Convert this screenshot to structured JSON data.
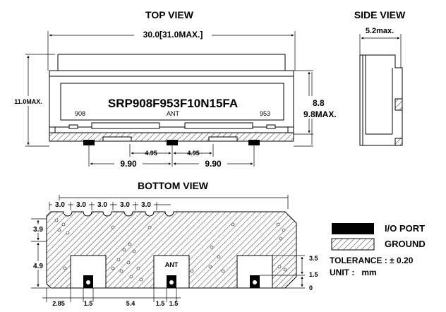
{
  "labels": {
    "top_view": "TOP VIEW",
    "side_view": "SIDE VIEW",
    "bottom_view": "BOTTOM VIEW"
  },
  "part_number": "SRP908F953F10N15FA",
  "pin_labels": {
    "left": "908",
    "center": "ANT",
    "right": "953",
    "bottom_center": "ANT"
  },
  "top_dims": {
    "width": "30.0[31.0MAX.]",
    "height_left": "11.0MAX.",
    "height_right_1": "8.8",
    "height_right_2": "9.8MAX.",
    "pitch_small_1": "4.95",
    "pitch_small_2": "4.95",
    "pitch_large_1": "9.90",
    "pitch_large_2": "9.90"
  },
  "side_dims": {
    "thickness": "5.2max."
  },
  "bottom_dims": {
    "top_pitches": [
      "3.0",
      "3.0",
      "3.0",
      "3.0",
      "3.0"
    ],
    "left_1": "3.9",
    "left_2": "4.9",
    "bottom": [
      "2.85",
      "1.5",
      "5.4",
      "1.5",
      "1.5"
    ],
    "right": [
      "3.5",
      "1.5",
      "0"
    ]
  },
  "legend": {
    "io_port": "I/O PORT",
    "ground": "GROUND",
    "tolerance": "TOLERANCE : ± 0.20",
    "unit": "UNIT :   mm"
  },
  "colors": {
    "line": "#000000",
    "background": "#ffffff"
  }
}
